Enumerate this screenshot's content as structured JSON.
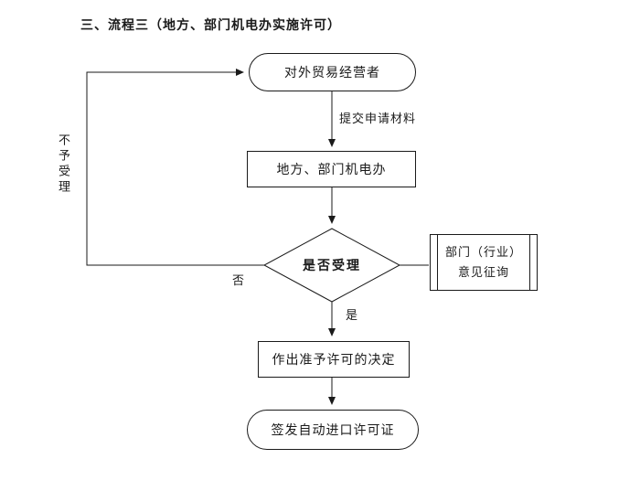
{
  "title": "三、流程三（地方、部门机电办实施许可）",
  "nodes": {
    "start": "对外贸易经营者",
    "office": "地方、部门机电办",
    "decision": "是否受理",
    "consult": {
      "line1": "部门（行业）",
      "line2": "意见征询"
    },
    "approve": "作出准予许可的决定",
    "issue": "签发自动进口许可证"
  },
  "labels": {
    "submit": "提交申请材料",
    "yes": "是",
    "no": "否",
    "reject": "不予受理"
  },
  "colors": {
    "stroke": "#1a1a1a",
    "background": "#ffffff"
  }
}
